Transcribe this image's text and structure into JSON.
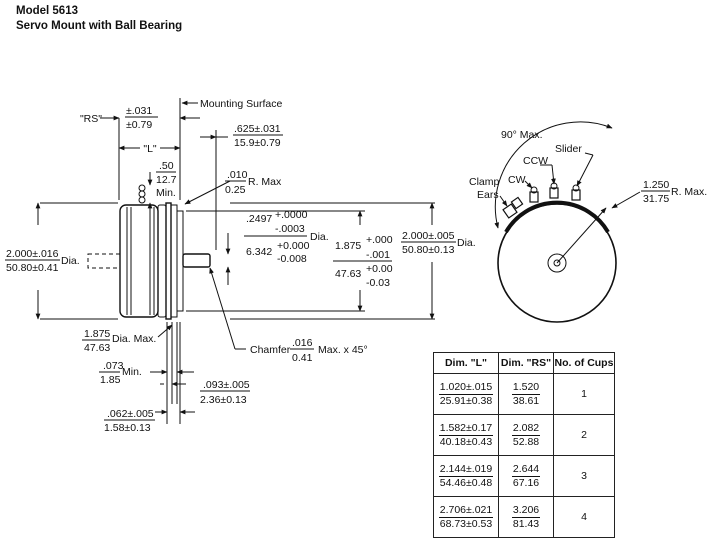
{
  "header": {
    "model": "Model 5613",
    "subtitle": "Servo Mount with Ball Bearing"
  },
  "side_view": {
    "rs_label": "\"RS\"",
    "rs_tol_in": "±.031",
    "rs_tol_mm": "±0.79",
    "l_label": "\"L\"",
    "mounting_surface": "Mounting Surface",
    "flange_in": ".625±.031",
    "flange_mm": "15.9±0.79",
    "ear_height_in": ".50",
    "ear_height_mm": "12.7",
    "ear_height_suffix": "Min.",
    "radius_in": ".010",
    "radius_suffix": "R. Max",
    "radius_mm": "0.25",
    "shaft_in": ".2497",
    "shaft_tol_in_plus": "+.0000",
    "shaft_tol_in_minus": "-.0003",
    "shaft_suffix": "Dia.",
    "shaft_mm": "6.342",
    "shaft_tol_mm_plus": "+0.000",
    "shaft_tol_mm_minus": "-0.008",
    "pilot_in": "1.875",
    "pilot_tol_in_plus": "+.000",
    "pilot_tol_in_minus": "-.001",
    "pilot_mm": "47.63",
    "pilot_tol_mm_plus": "+0.00",
    "pilot_tol_mm_minus": "-0.03",
    "body_dia_left_in": "2.000±.016",
    "body_dia_left_mm": "50.80±0.41",
    "body_dia_left_suffix": "Dia.",
    "body_dia_right_in": "2.000±.005",
    "body_dia_right_mm": "50.80±0.13",
    "body_dia_right_suffix": "Dia.",
    "max_dia_in": "1.875",
    "max_dia_mm": "47.63",
    "max_dia_suffix": "Dia. Max.",
    "chamfer_prefix": "Chamfer",
    "chamfer_in": ".016",
    "chamfer_mm": "0.41",
    "chamfer_suffix": "Max. x 45°",
    "min_gap_in": ".073",
    "min_gap_mm": "1.85",
    "min_gap_suffix": "Min.",
    "groove_in": ".093±.005",
    "groove_mm": "2.36±0.13",
    "ear_thick_in": ".062±.005",
    "ear_thick_mm": "1.58±0.13"
  },
  "front_view": {
    "angle": "90° Max.",
    "slider": "Slider",
    "ccw": "CCW",
    "cw": "CW",
    "clamp_ears_1": "Clamp",
    "clamp_ears_2": "Ears",
    "radius_in": "1.250",
    "radius_mm": "31.75",
    "radius_suffix": "R. Max."
  },
  "table": {
    "headers": [
      "Dim. \"L\"",
      "Dim. \"RS\"",
      "No. of Cups"
    ],
    "rows": [
      {
        "l_in": "1.020±.015",
        "l_mm": "25.91±0.38",
        "rs_in": "1.520",
        "rs_mm": "38.61",
        "cups": "1"
      },
      {
        "l_in": "1.582±0.17",
        "l_mm": "40.18±0.43",
        "rs_in": "2.082",
        "rs_mm": "52.88",
        "cups": "2"
      },
      {
        "l_in": "2.144±.019",
        "l_mm": "54.46±0.48",
        "rs_in": "2.644",
        "rs_mm": "67.16",
        "cups": "3"
      },
      {
        "l_in": "2.706±.021",
        "l_mm": "68.73±0.53",
        "rs_in": "3.206",
        "rs_mm": "81.43",
        "cups": "4"
      }
    ]
  }
}
